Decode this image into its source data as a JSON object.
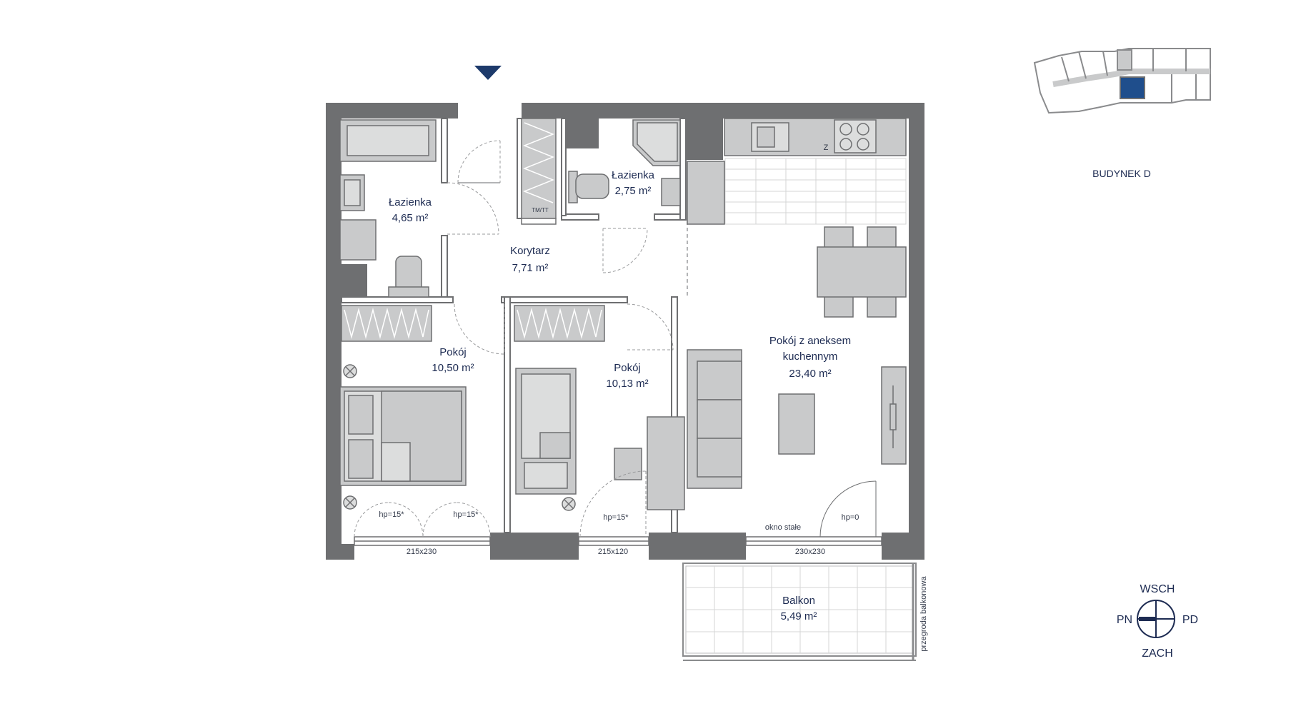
{
  "building_label": "BUDYNEK D",
  "accent_color": "#1f4e8c",
  "wall_color": "#6e6f71",
  "furniture_color": "#c9cacb",
  "rooms": {
    "bath1": {
      "name": "Łazienka",
      "area": "4,65 m²"
    },
    "bath2": {
      "name": "Łazienka",
      "area": "2,75 m²"
    },
    "corridor": {
      "name": "Korytarz",
      "area": "7,71 m²"
    },
    "room1": {
      "name": "Pokój",
      "area": "10,50 m²"
    },
    "room2": {
      "name": "Pokój",
      "area": "10,13 m²"
    },
    "living": {
      "name_line1": "Pokój z aneksem",
      "name_line2": "kuchennym",
      "area": "23,40 m²"
    },
    "balcony": {
      "name": "Balkon",
      "area": "5,49 m²"
    }
  },
  "annotations": {
    "hp1": "hp=15*",
    "hp2": "hp=15*",
    "hp3": "hp=15*",
    "hp4": "hp=0",
    "okno": "okno stałe",
    "win1": "215x230",
    "win2": "215x120",
    "win3": "230x230",
    "tmtt": "TM/TT",
    "z": "Z",
    "przegroda": "przegroda balkonowa"
  },
  "compass": {
    "north": "PN",
    "south": "PD",
    "east": "WSCH",
    "west": "ZACH"
  }
}
